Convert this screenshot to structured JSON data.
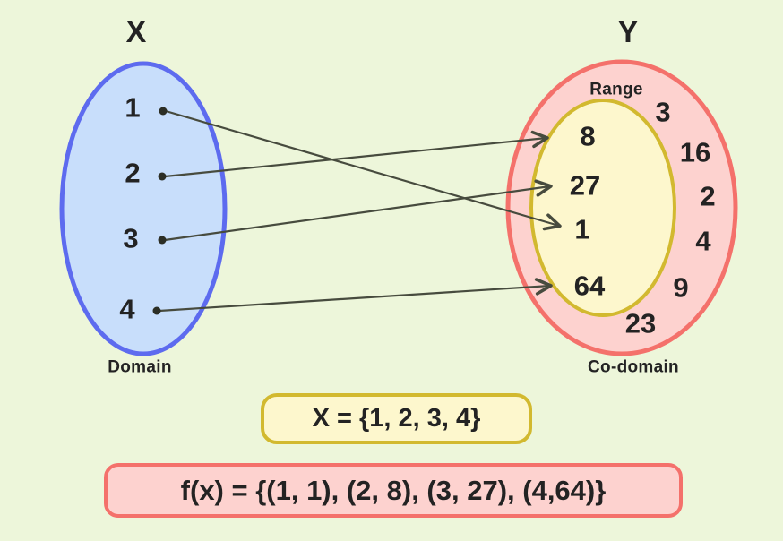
{
  "colors": {
    "domain_fill": "#c8defb",
    "domain_border": "#5d6bef",
    "codomain_fill": "#fdd2cf",
    "codomain_border": "#f4716b",
    "range_fill": "#fdf7cd",
    "range_border": "#d2b92f",
    "arrow": "#474b3e",
    "text": "#232323",
    "bg": "#edf6da"
  },
  "domain": {
    "set_label": "X",
    "caption": "Domain",
    "elements": [
      "1",
      "2",
      "3",
      "4"
    ]
  },
  "codomain": {
    "set_label": "Y",
    "caption": "Co-domain",
    "range_label": "Range",
    "range_elements": [
      "8",
      "27",
      "1",
      "64"
    ],
    "other_elements": [
      "3",
      "16",
      "2",
      "4",
      "9",
      "23"
    ]
  },
  "mappings": [
    {
      "from": "1",
      "to": "1"
    },
    {
      "from": "2",
      "to": "8"
    },
    {
      "from": "3",
      "to": "27"
    },
    {
      "from": "4",
      "to": "64"
    }
  ],
  "set_box_text": "X = {1, 2, 3, 4}",
  "function_box_text": "f(x) = {(1, 1), (2, 8), (3, 27), (4,64)}"
}
